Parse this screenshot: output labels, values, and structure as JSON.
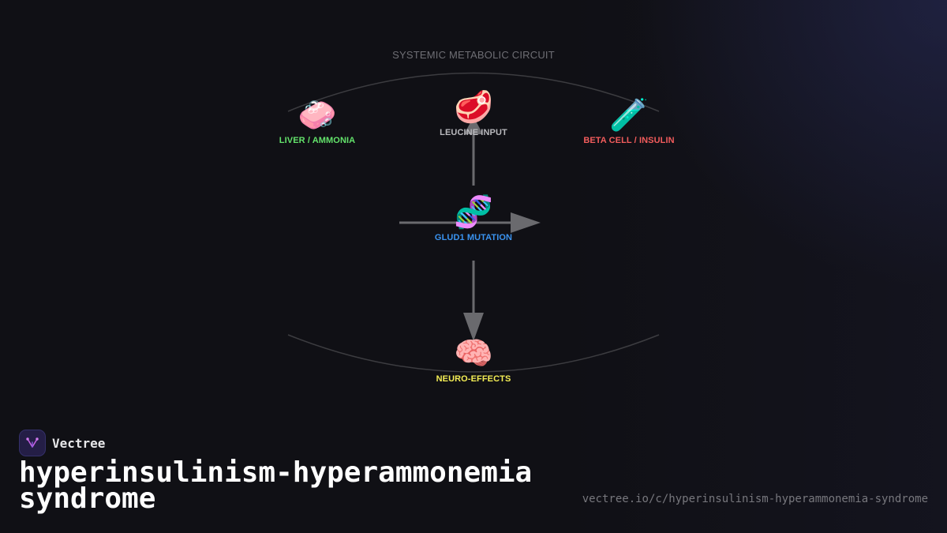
{
  "diagram": {
    "title": "SYSTEMIC METABOLIC CIRCUIT",
    "nodes": {
      "liver": {
        "icon": "🧼",
        "label": "LIVER / AMMONIA",
        "color": "#63e36b"
      },
      "leucine": {
        "icon": "🥩",
        "label": "LEUCINE INPUT",
        "color": "#b9b9bd"
      },
      "beta_cell": {
        "icon": "🧪",
        "label": "BETA CELL / INSULIN",
        "color": "#f25c5c"
      },
      "glud1": {
        "icon": "🧬",
        "label": "GLUD1 MUTATION",
        "color": "#3a93f0"
      },
      "neuro": {
        "icon": "🧠",
        "label": "NEURO-EFFECTS",
        "color": "#f4ee55"
      }
    },
    "connector_color": "#6a6a6e",
    "circuit_line_color": "#3c3c40"
  },
  "brand": {
    "name": "Vectree",
    "logo_icon": "vectree-logo-icon",
    "logo_color": "#c25fe0"
  },
  "page": {
    "title": "hyperinsulinism-hyperammonemia syndrome",
    "url": "vectree.io/c/hyperinsulinism-hyperammonemia-syndrome"
  }
}
